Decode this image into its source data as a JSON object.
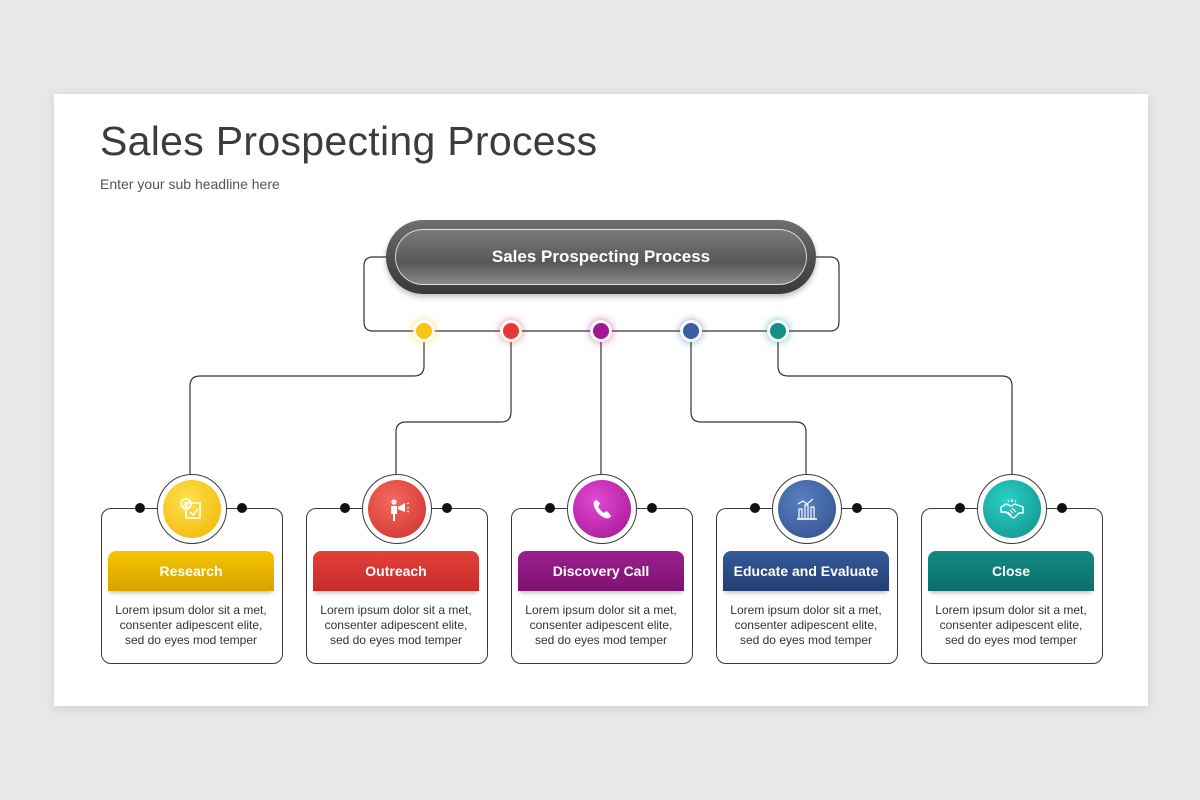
{
  "title": "Sales Prospecting Process",
  "subtitle": "Enter your sub headline here",
  "hub": {
    "label": "Sales Prospecting Process"
  },
  "steps": [
    {
      "label": "Research",
      "icon": "research-icon",
      "color": "#e8b400",
      "dot": "#f5c518",
      "desc": [
        "Lorem ipsum dolor sit a met,",
        "consenter adipescent elite,",
        "sed do eyes mod temper"
      ]
    },
    {
      "label": "Outreach",
      "icon": "megaphone-icon",
      "color": "#d83a36",
      "dot": "#e53935",
      "desc": [
        "Lorem ipsum dolor sit a met,",
        "consenter adipescent elite,",
        "sed do eyes mod temper"
      ]
    },
    {
      "label": "Discovery Call",
      "icon": "phone-icon",
      "color": "#8e1c86",
      "dot": "#a21893",
      "desc": [
        "Lorem ipsum dolor sit a met,",
        "consenter adipescent elite,",
        "sed do eyes mod temper"
      ]
    },
    {
      "label": "Educate and Evaluate",
      "icon": "chart-icon",
      "color": "#2f4f8a",
      "dot": "#3a5ea0",
      "desc": [
        "Lorem ipsum dolor sit a met,",
        "consenter adipescent elite,",
        "sed do eyes mod temper"
      ]
    },
    {
      "label": "Close",
      "icon": "handshake-icon",
      "color": "#127f7a",
      "dot": "#138f88",
      "desc": [
        "Lorem ipsum dolor sit a met,",
        "consenter adipescent elite,",
        "sed do eyes mod temper"
      ]
    }
  ]
}
